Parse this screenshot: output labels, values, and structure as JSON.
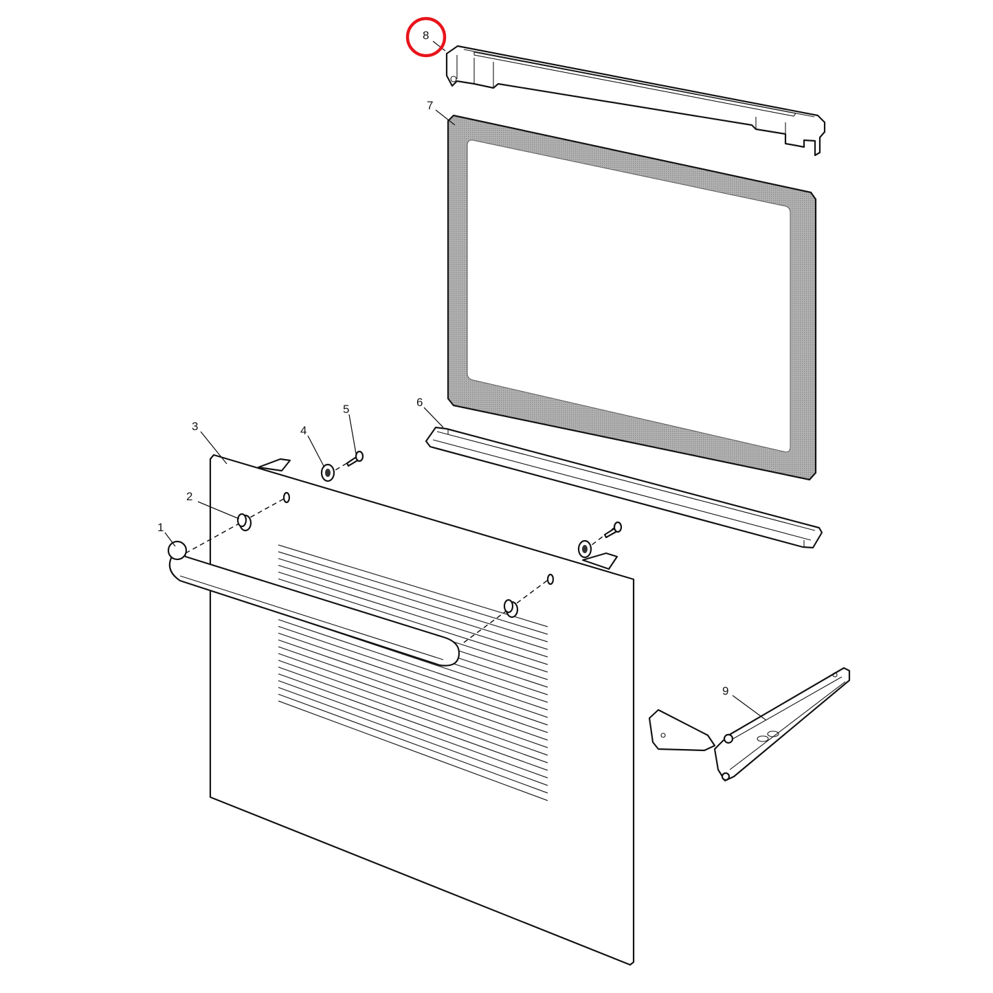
{
  "diagram": {
    "title": "Oven door exploded parts diagram",
    "highlight_color": "#e8141b",
    "highlighted_part": "8",
    "callouts": [
      {
        "id": "1"
      },
      {
        "id": "2"
      },
      {
        "id": "3"
      },
      {
        "id": "4"
      },
      {
        "id": "5"
      },
      {
        "id": "6"
      },
      {
        "id": "7"
      },
      {
        "id": "8"
      },
      {
        "id": "9"
      }
    ]
  }
}
